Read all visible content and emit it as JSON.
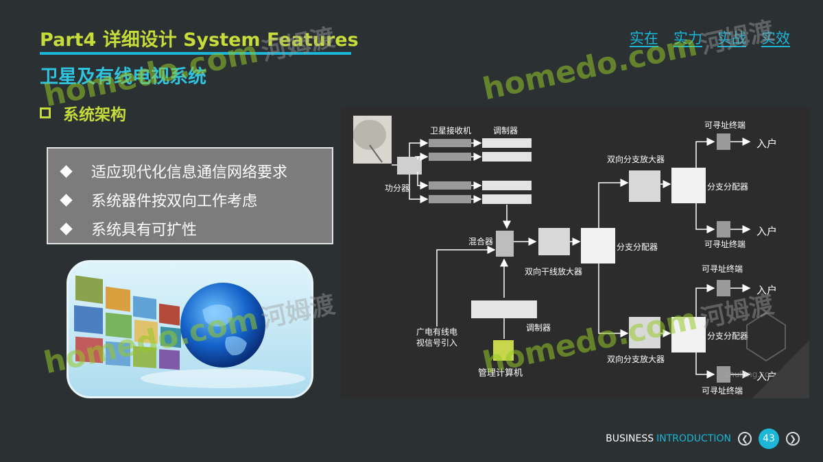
{
  "header": {
    "title": "Part4 详细设计 System Features",
    "slogan": [
      "实在",
      "实力",
      "实战",
      "实效"
    ]
  },
  "subtitle": "卫星及有线电视系统",
  "section": {
    "label": "系统架构"
  },
  "bullets": [
    "适应现代化信息通信网络要求",
    "系统器件按双向工作考虑",
    "系统具有可扩性"
  ],
  "diagram": {
    "labels": {
      "sat_receiver": "卫星接收机",
      "modulator_top": "调制器",
      "splitter": "功分器",
      "mixer": "混合器",
      "trunk_amp": "双向干线放大器",
      "branch_amp_top": "双向分支放大器",
      "branch_amp_bottom": "双向分支放大器",
      "distributor_mid": "分支分配器",
      "distributor_top": "分支分配器",
      "distributor_bottom": "分支分配器",
      "modulator_mid": "调制器",
      "catv_input_1": "广电有线电",
      "catv_input_2": "视信号引入",
      "mgmt_pc": "管理计算机",
      "terminal_1": "可寻址终端",
      "terminal_2": "可寻址终端",
      "terminal_3": "可寻址终端",
      "terminal_4": "可寻址终端",
      "home_1": "入户",
      "home_2": "入户",
      "home_3": "入户",
      "home_4": "入户",
      "source_mark": "zhulong.com"
    }
  },
  "watermark": {
    "brand": "homedo.com",
    "cn": "河姆渡"
  },
  "footer": {
    "word1": "BUSINESS",
    "word2": "INTRODUCTION",
    "page": "43"
  },
  "colors": {
    "accent_green": "#c6dc3a",
    "accent_cyan": "#1bb6d8",
    "background": "#2b3033"
  }
}
